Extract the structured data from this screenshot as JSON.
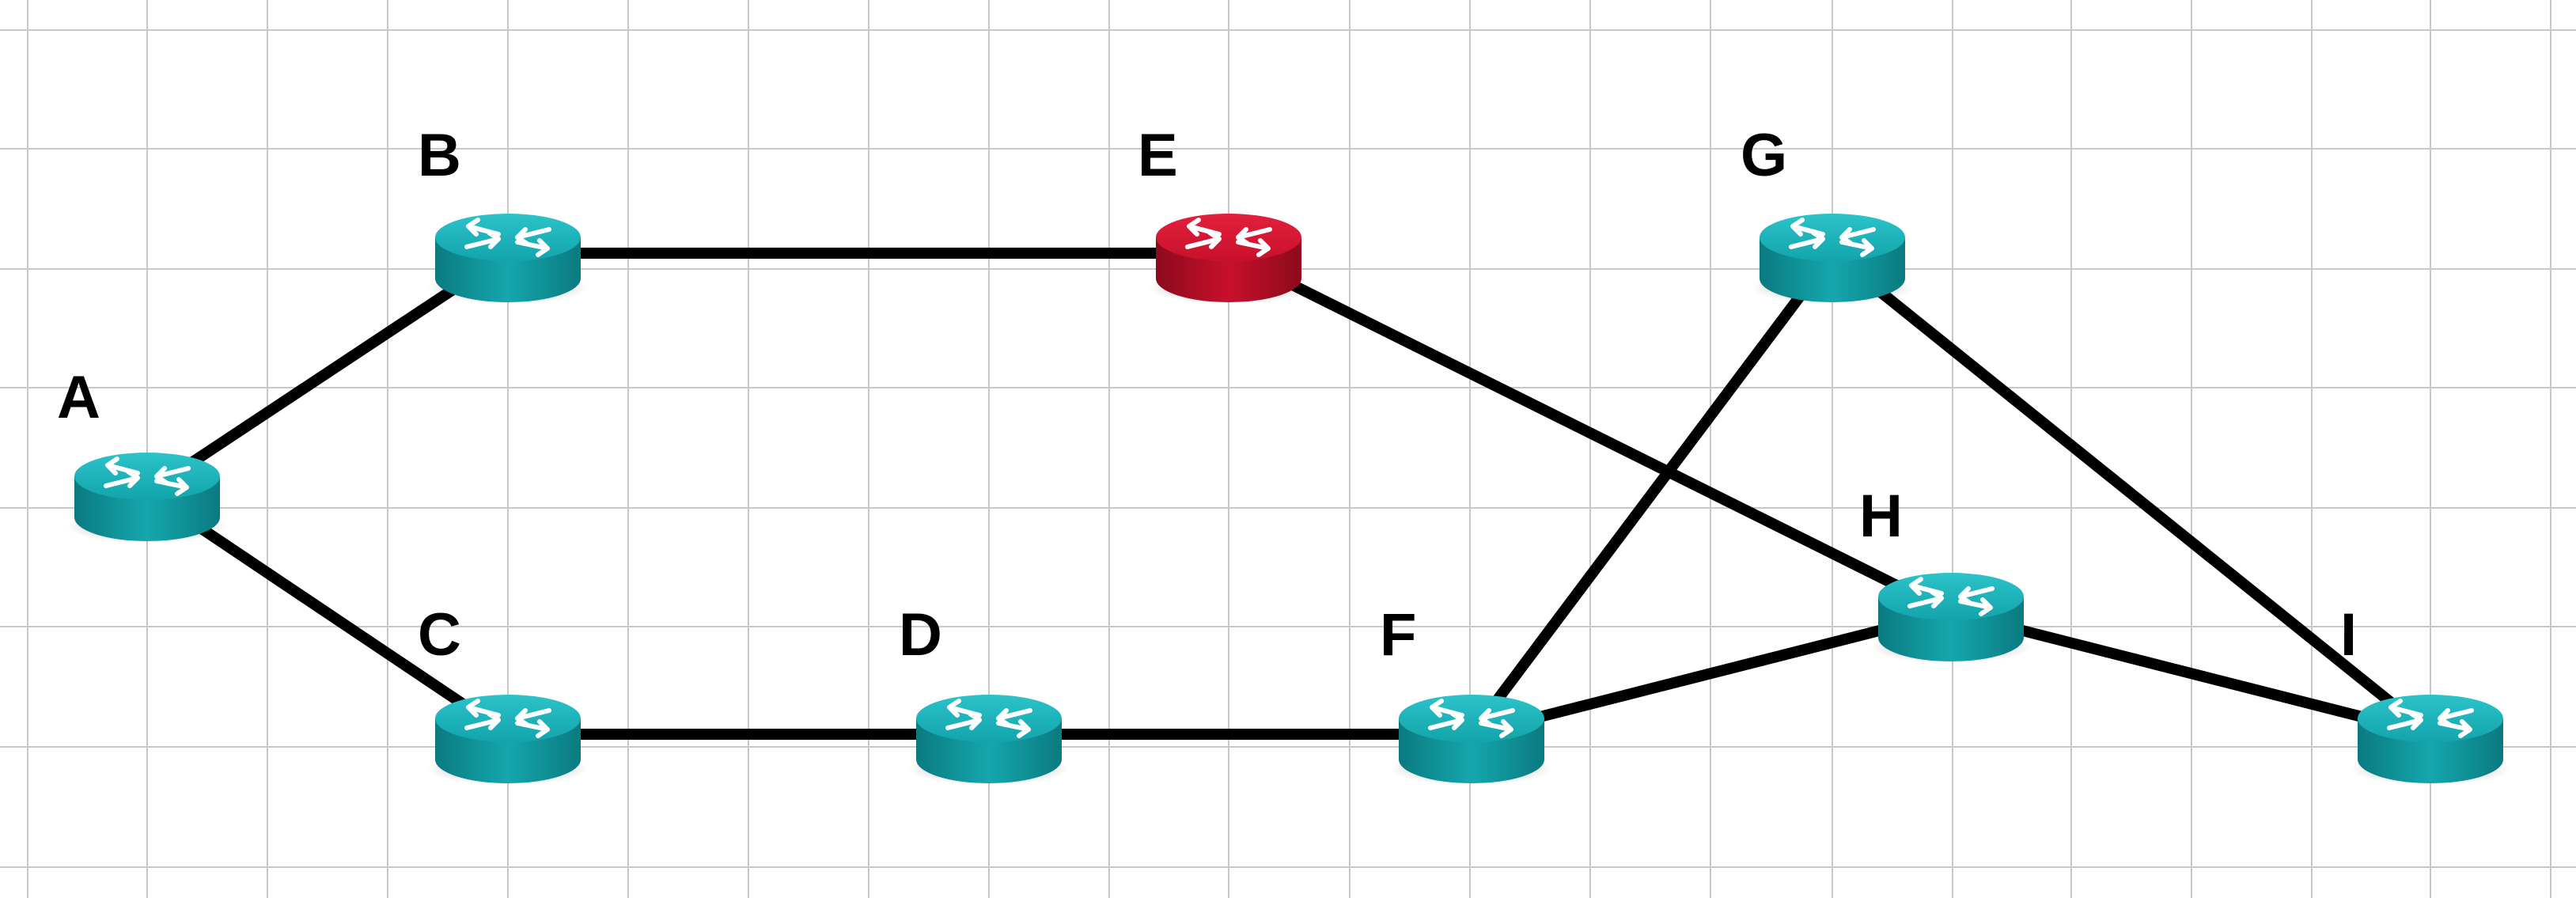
{
  "diagram": {
    "type": "network-topology",
    "colors": {
      "router_teal": "#16a8ae",
      "router_teal_dark": "#0b7f86",
      "router_highlight_red": "#d0112b",
      "router_highlight_red_dark": "#9c0b1f",
      "link": "#000000",
      "grid": "#c8c8c8"
    },
    "nodes": [
      {
        "id": "A",
        "label": "A",
        "icon": "router-icon",
        "highlighted": false
      },
      {
        "id": "B",
        "label": "B",
        "icon": "router-icon",
        "highlighted": false
      },
      {
        "id": "C",
        "label": "C",
        "icon": "router-icon",
        "highlighted": false
      },
      {
        "id": "D",
        "label": "D",
        "icon": "router-icon",
        "highlighted": false
      },
      {
        "id": "E",
        "label": "E",
        "icon": "router-icon",
        "highlighted": true
      },
      {
        "id": "F",
        "label": "F",
        "icon": "router-icon",
        "highlighted": false
      },
      {
        "id": "G",
        "label": "G",
        "icon": "router-icon",
        "highlighted": false
      },
      {
        "id": "H",
        "label": "H",
        "icon": "router-icon",
        "highlighted": false
      },
      {
        "id": "I",
        "label": "I",
        "icon": "router-icon",
        "highlighted": false
      }
    ],
    "links": [
      {
        "from": "A",
        "to": "B"
      },
      {
        "from": "A",
        "to": "C"
      },
      {
        "from": "B",
        "to": "E"
      },
      {
        "from": "C",
        "to": "D"
      },
      {
        "from": "D",
        "to": "F"
      },
      {
        "from": "E",
        "to": "H"
      },
      {
        "from": "F",
        "to": "G"
      },
      {
        "from": "F",
        "to": "H"
      },
      {
        "from": "G",
        "to": "I"
      },
      {
        "from": "H",
        "to": "I"
      }
    ]
  }
}
